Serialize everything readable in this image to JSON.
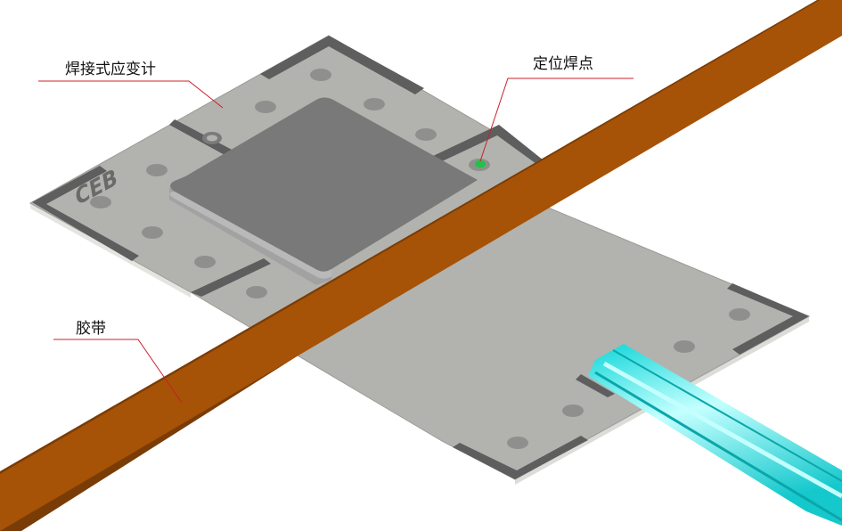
{
  "labels": {
    "strain_gauge": "焊接式应变计",
    "spot_weld": "定位焊点",
    "tape": "胶带"
  },
  "plate_marking": "CEB",
  "colors": {
    "plate_top": "#b2b3ae",
    "plate_edge": "#dadbd6",
    "plate_border": "#5c5c5c",
    "bolt_hole": "#8f908d",
    "gauge_body_top": "#7a7a7a",
    "gauge_body_edge": "#a2a2a2",
    "tape_top": "#a65207",
    "tape_edge": "#7a3c06",
    "cable": "#22eaea",
    "cable_highlight": "#b8ffff",
    "spot_weld_dot": "#22c24a",
    "leader_line": "#c8202a"
  }
}
